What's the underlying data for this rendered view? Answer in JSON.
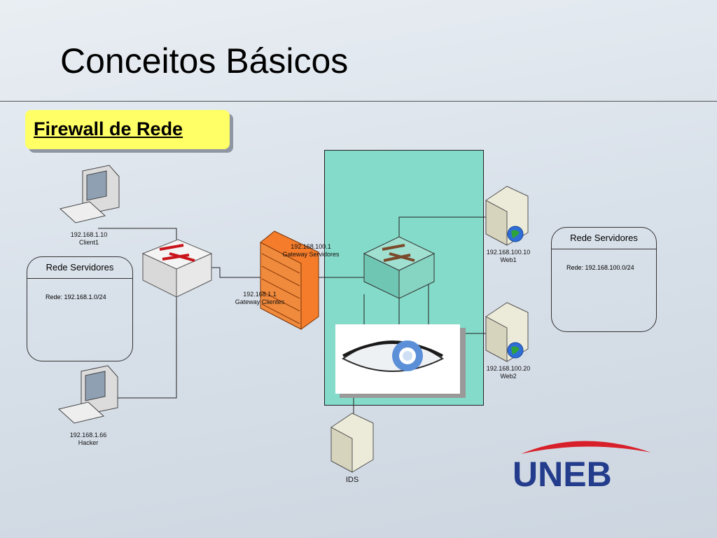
{
  "slide": {
    "title": "Conceitos Básicos",
    "callout": "Firewall de Rede"
  },
  "networks": [
    {
      "title": "Rede Servidores",
      "body": "Rede: 192.168.1.0/24"
    },
    {
      "title": "Rede Servidores",
      "body": "Rede: 192.168.100.0/24"
    }
  ],
  "nodes": {
    "client1": {
      "ip": "192.168.1.10",
      "name": "Client1"
    },
    "hacker": {
      "ip": "192.168.1.66",
      "name": "Hacker"
    },
    "firewall_dmz": {
      "ip": "192.168.100.1",
      "name": "Gateway Servidores"
    },
    "firewall_lan": {
      "ip": "192.168.1.1",
      "name": "Gateway Clientes"
    },
    "web1": {
      "ip": "192.168.100.10",
      "name": "Web1"
    },
    "web2": {
      "ip": "192.168.100.20",
      "name": "Web2"
    },
    "ids": {
      "name": "IDS"
    }
  },
  "logo": {
    "text": "UNEB",
    "colors": {
      "primary": "#233c8c",
      "accent": "#d8202a"
    }
  },
  "colors": {
    "dmz": "#84dbc9",
    "callout": "#ffff66",
    "firewall": "#f47c2a"
  }
}
